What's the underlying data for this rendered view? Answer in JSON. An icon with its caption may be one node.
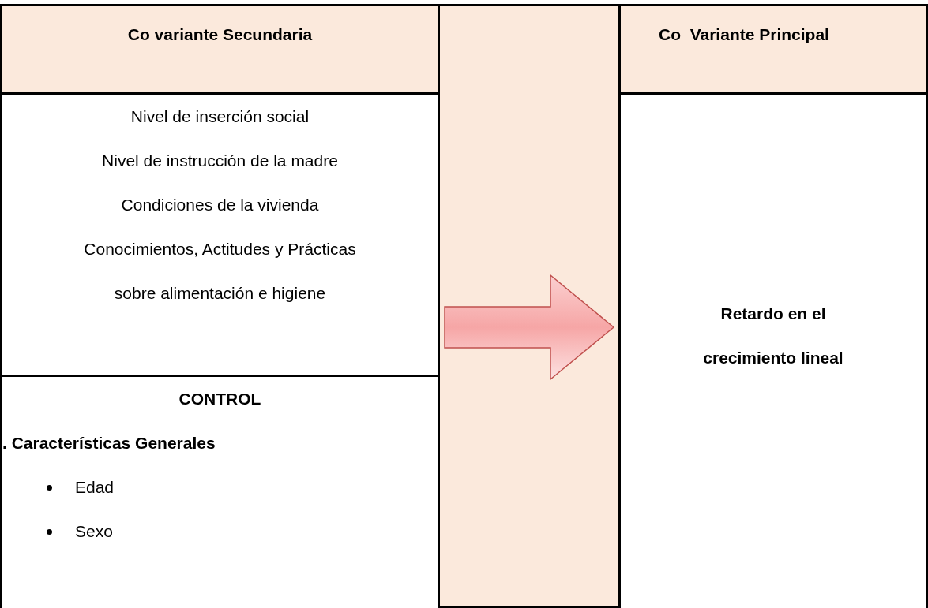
{
  "diagram": {
    "nodes": [
      {
        "text": [
          "Co variante Secundaria"
        ]
      },
      {
        "text": [],
        "shape": "box"
      },
      {
        "text": [
          "Co  Variante Principal"
        ]
      },
      {
        "text": [
          "Nivel de inserción social",
          "Nivel de instrucción de la madre",
          "Condiciones de la vivienda",
          "Conocimientos, Actitudes y Prácticas sobre alimentación e higiene"
        ]
      },
      {
        "text": [
          "CONTROL",
          ". Características Generales",
          "Edad",
          "Sexo"
        ]
      },
      {
        "text": [
          "Retardo en el crecimiento lineal"
        ]
      }
    ],
    "edges": [
      {
        "from": 3,
        "to": 5,
        "arrow": "to"
      }
    ]
  }
}
